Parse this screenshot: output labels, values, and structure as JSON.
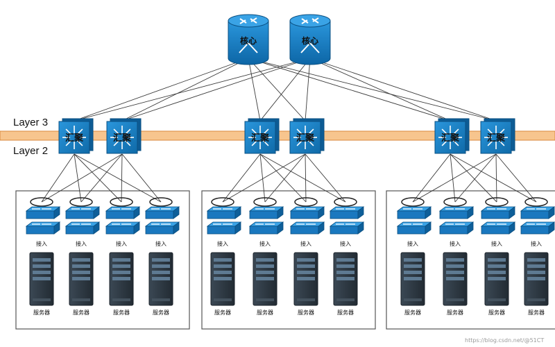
{
  "layer_labels": {
    "upper": "Layer 3",
    "lower": "Layer 2"
  },
  "core_label": "核心",
  "aggregation_label": "汇聚",
  "access_label": "接入",
  "server_label": "服务器",
  "watermark": "https://blog.csdn.net/@51CT",
  "topology": {
    "core_count": 2,
    "pods": 3,
    "aggregation_per_pod": 2,
    "access_per_pod": 4,
    "servers_per_pod": 4
  },
  "colors": {
    "device_blue": "#1d7fc4",
    "device_dark": "#0e5f99",
    "band_orange": "#f7c58e",
    "band_stroke": "#d9893d",
    "link": "#333333",
    "server_body": "#2f3a44",
    "pod_border": "#555555"
  }
}
